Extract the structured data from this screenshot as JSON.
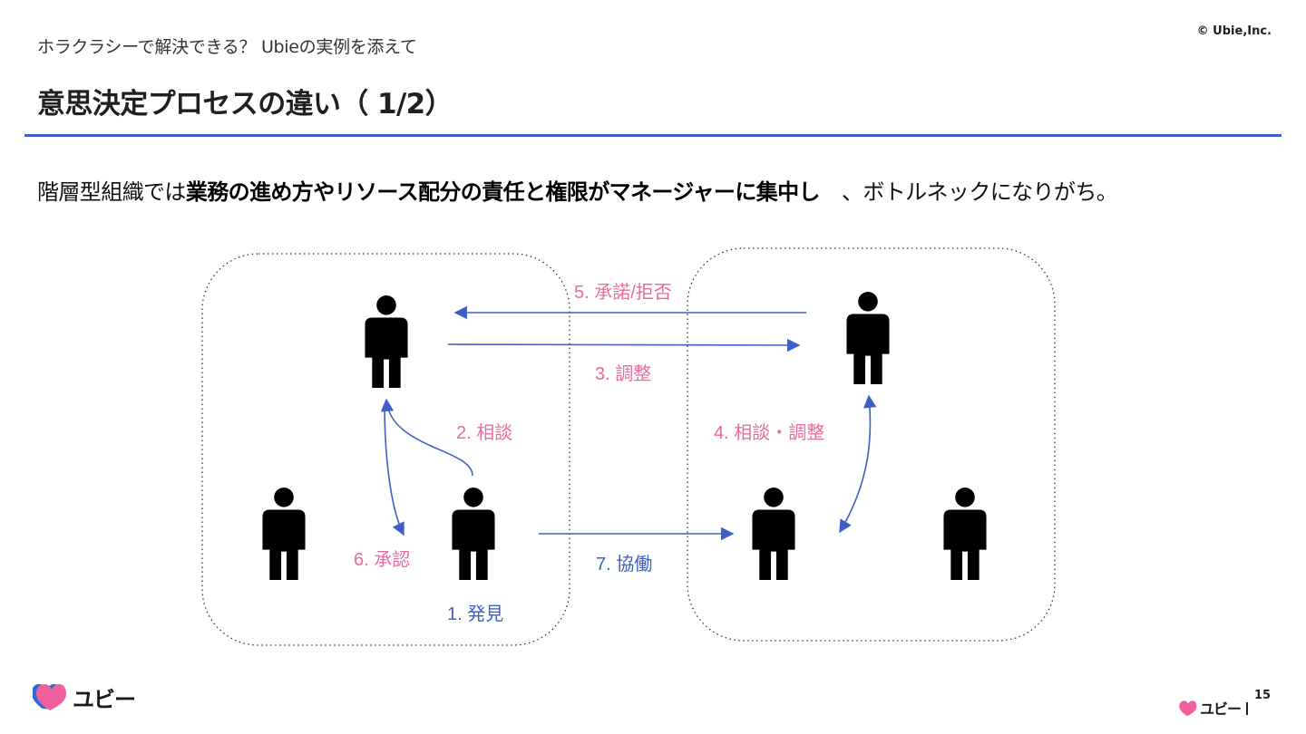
{
  "header": {
    "subtitle": "ホラクラシーで解決できる？ Ubieの実例を添えて",
    "copyright": "© Ubie,Inc.",
    "title": "意思決定プロセスの違い（ 1/2）"
  },
  "lead": {
    "prefix": "階層型組織では",
    "emphasis": "業務の進め方やリソース配分の責任と権限がマネージャーに集中し",
    "suffix": "、ボトルネックになりがち。"
  },
  "diagram": {
    "labels": {
      "step1": "1. 発見",
      "step2": "2. 相談",
      "step3": "3. 調整",
      "step4": "4. 相談・調整",
      "step5": "5. 承諾/拒否",
      "step6": "6. 承認",
      "step7": "7. 協働"
    },
    "colors": {
      "arrow": "#3f5fc6",
      "pink_label": "#e86b9e",
      "blue_label": "#3f5fc6",
      "person": "#000000"
    }
  },
  "footer": {
    "logo_text": "ユビー",
    "page_number": "15"
  }
}
